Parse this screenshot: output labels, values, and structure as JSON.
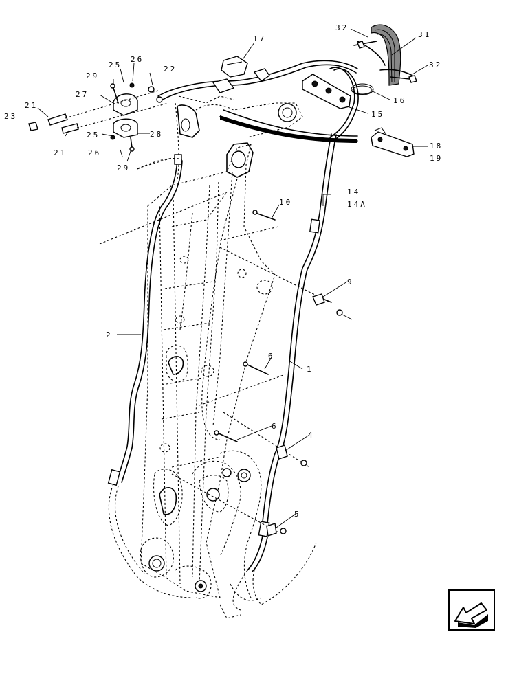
{
  "diagram": {
    "callouts": {
      "c1": "1",
      "c2": "2",
      "c4": "4",
      "c5": "5",
      "c6a": "6",
      "c6b": "6",
      "c9": "9",
      "c10": "10",
      "c14": "14",
      "c14a": "14A",
      "c15": "15",
      "c16": "16",
      "c17": "17",
      "c18": "18",
      "c19": "19",
      "c21a": "21",
      "c21b": "21",
      "c22": "22",
      "c23": "23",
      "c25a": "25",
      "c25b": "25",
      "c26a": "26",
      "c26b": "26",
      "c27": "27",
      "c28": "28",
      "c29a": "29",
      "c29b": "29",
      "c31": "31",
      "c32a": "32",
      "c32b": "32"
    }
  },
  "navigation": {
    "icon": "back-arrow-icon"
  }
}
